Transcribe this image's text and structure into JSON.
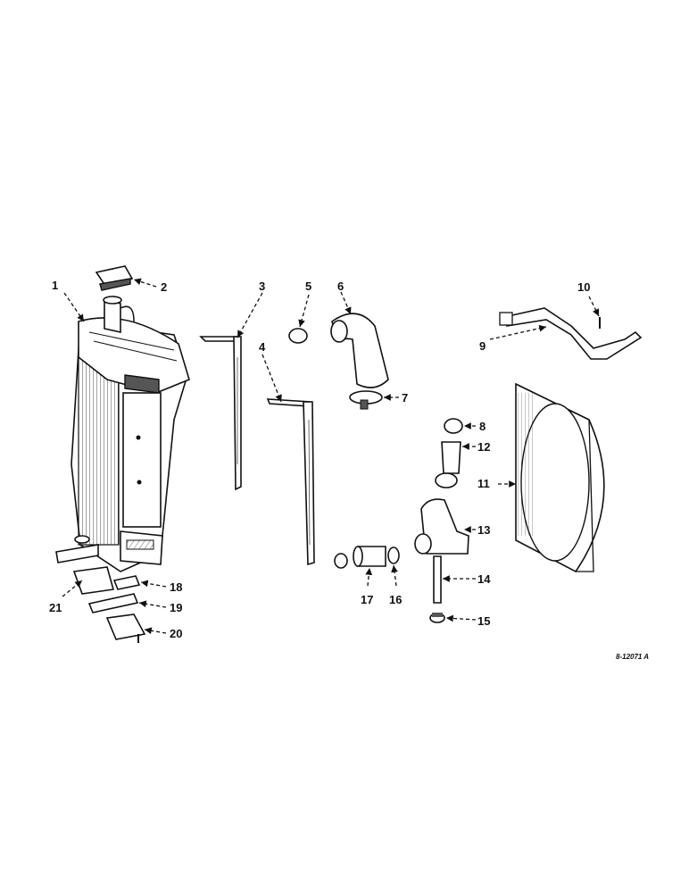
{
  "figure_reference": "8-12071 A",
  "callouts": [
    "1",
    "2",
    "3",
    "4",
    "5",
    "6",
    "7",
    "8",
    "9",
    "10",
    "11",
    "12",
    "13",
    "14",
    "15",
    "16",
    "17",
    "18",
    "19",
    "20",
    "21"
  ],
  "palette": {
    "ink": "#111111",
    "paper": "#ffffff",
    "shade": "#555555"
  }
}
